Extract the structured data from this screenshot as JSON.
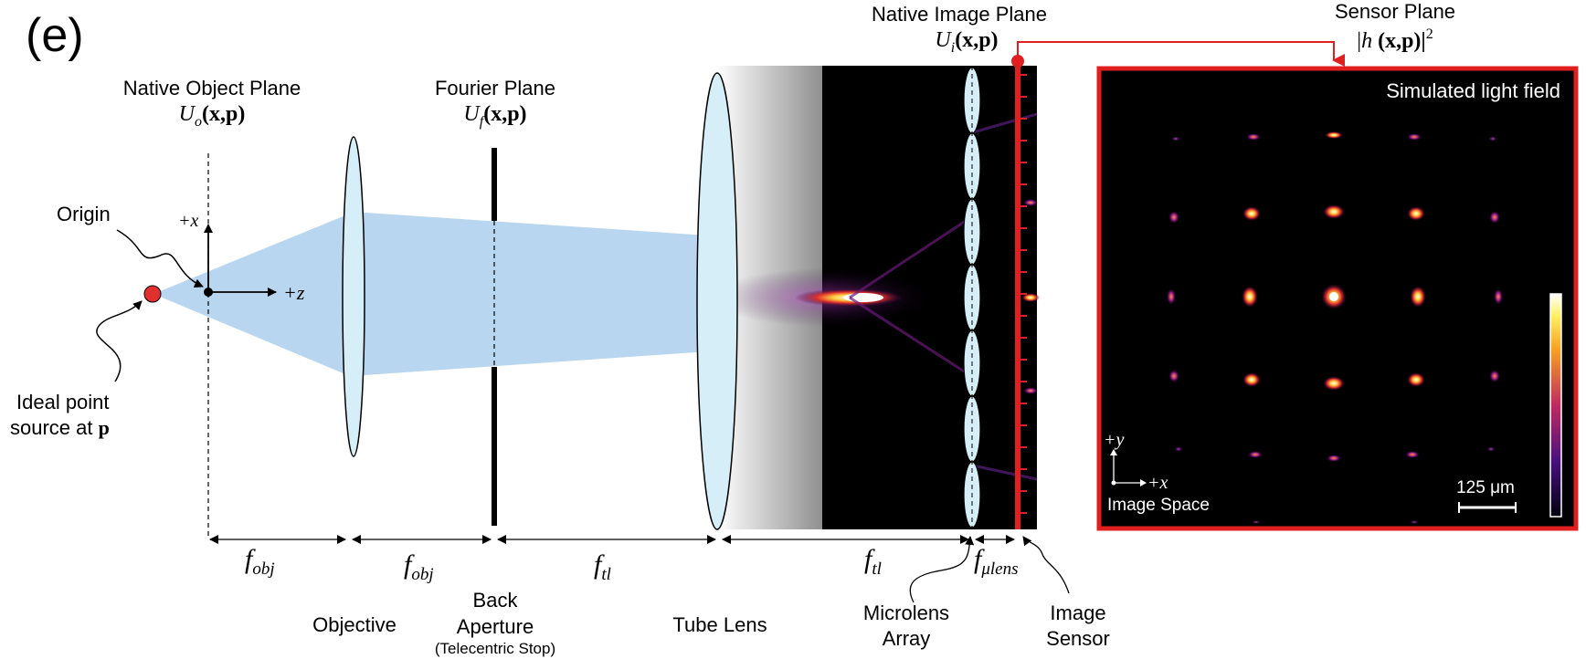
{
  "panel_label": "(e)",
  "planes": {
    "native_object": {
      "title": "Native Object Plane",
      "sym": "U",
      "sub": "o",
      "arg": "(x,p)"
    },
    "fourier": {
      "title": "Fourier Plane",
      "sym": "U",
      "sub": "f",
      "arg": "(x,p)"
    },
    "native_image": {
      "title": "Native Image Plane",
      "sym": "U",
      "sub": "i",
      "arg": "(x,p)"
    },
    "sensor": {
      "title": "Sensor Plane",
      "expr_a": "|",
      "expr_h": "h",
      "expr_b": " (x,p)|",
      "expr_sup": "2"
    }
  },
  "labels": {
    "origin": "Origin",
    "point_source_line1": "Ideal point",
    "point_source_line2": "source at ",
    "point_source_p": "p",
    "axis_x": "+x",
    "axis_z": "+z",
    "objective": "Objective",
    "back_aperture_line1": "Back",
    "back_aperture_line2": "Aperture",
    "back_aperture_line3": "(Telecentric Stop)",
    "tube_lens": "Tube Lens",
    "microlens_line1": "Microlens",
    "microlens_line2": "Array",
    "image_sensor_line1": "Image",
    "image_sensor_line2": "Sensor"
  },
  "distances": {
    "d1": {
      "f": "f",
      "sub": "obj"
    },
    "d2": {
      "f": "f",
      "sub": "obj"
    },
    "d3": {
      "f": "f",
      "sub": "tl"
    },
    "d4": {
      "f": "f",
      "sub": "tl"
    },
    "d5": {
      "f": "f",
      "sub": "μlens"
    }
  },
  "inset": {
    "title": "Simulated light field",
    "axis_y": "+y",
    "axis_x": "+x",
    "space_label": "Image Space",
    "scale_label": "125 μm"
  },
  "colors": {
    "beam": "#b8d6ef",
    "lens_fill": "#d6eef7",
    "highlight_red": "#e02020",
    "inset_bg": "#000000"
  }
}
